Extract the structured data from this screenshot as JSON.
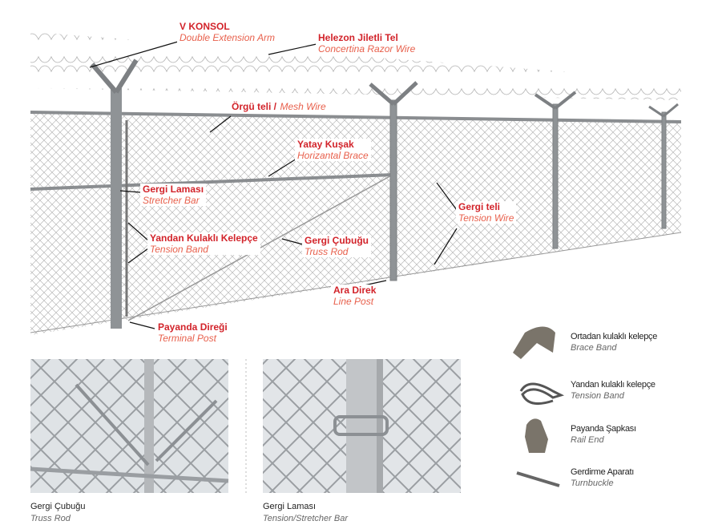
{
  "labels": {
    "v_konsol": {
      "tr": "V KONSOL",
      "en": "Double Extension Arm"
    },
    "helezon": {
      "tr": "Helezon Jiletli Tel",
      "en": "Concertina Razor Wire"
    },
    "orgu": {
      "tr": "Örgü teli /",
      "en": "Mesh Wire"
    },
    "yatay": {
      "tr": "Yatay Kuşak",
      "en": "Horizantal Brace"
    },
    "gergi_lamasi": {
      "tr": "Gergi Laması",
      "en": "Stretcher Bar"
    },
    "gergi_teli": {
      "tr": "Gergi teli",
      "en": "Tension Wire"
    },
    "yandan": {
      "tr": "Yandan Kulaklı Kelepçe",
      "en": "Tension Band"
    },
    "gergi_cubugu": {
      "tr": "Gergi Çubuğu",
      "en": "Truss Rod"
    },
    "ara_direk": {
      "tr": "Ara Direk",
      "en": "Line Post"
    },
    "payanda": {
      "tr": "Payanda Direği",
      "en": "Terminal Post"
    }
  },
  "parts": [
    {
      "tr": "Ortadan kulaklı kelepçe",
      "en": "Brace Band"
    },
    {
      "tr": "Yandan kulaklı kelepçe",
      "en": "Tension Band"
    },
    {
      "tr": "Payanda Şapkası",
      "en": "Rail End"
    },
    {
      "tr": "Gerdirme Aparatı",
      "en": "Turnbuckle"
    }
  ],
  "captions": [
    {
      "tr": "Gergi Çubuğu",
      "en": "Truss Rod"
    },
    {
      "tr": "Gergi Laması",
      "en": "Tension/Stretcher Bar"
    }
  ],
  "colors": {
    "label_red": "#d2232a",
    "label_italic": "#e8604c"
  }
}
